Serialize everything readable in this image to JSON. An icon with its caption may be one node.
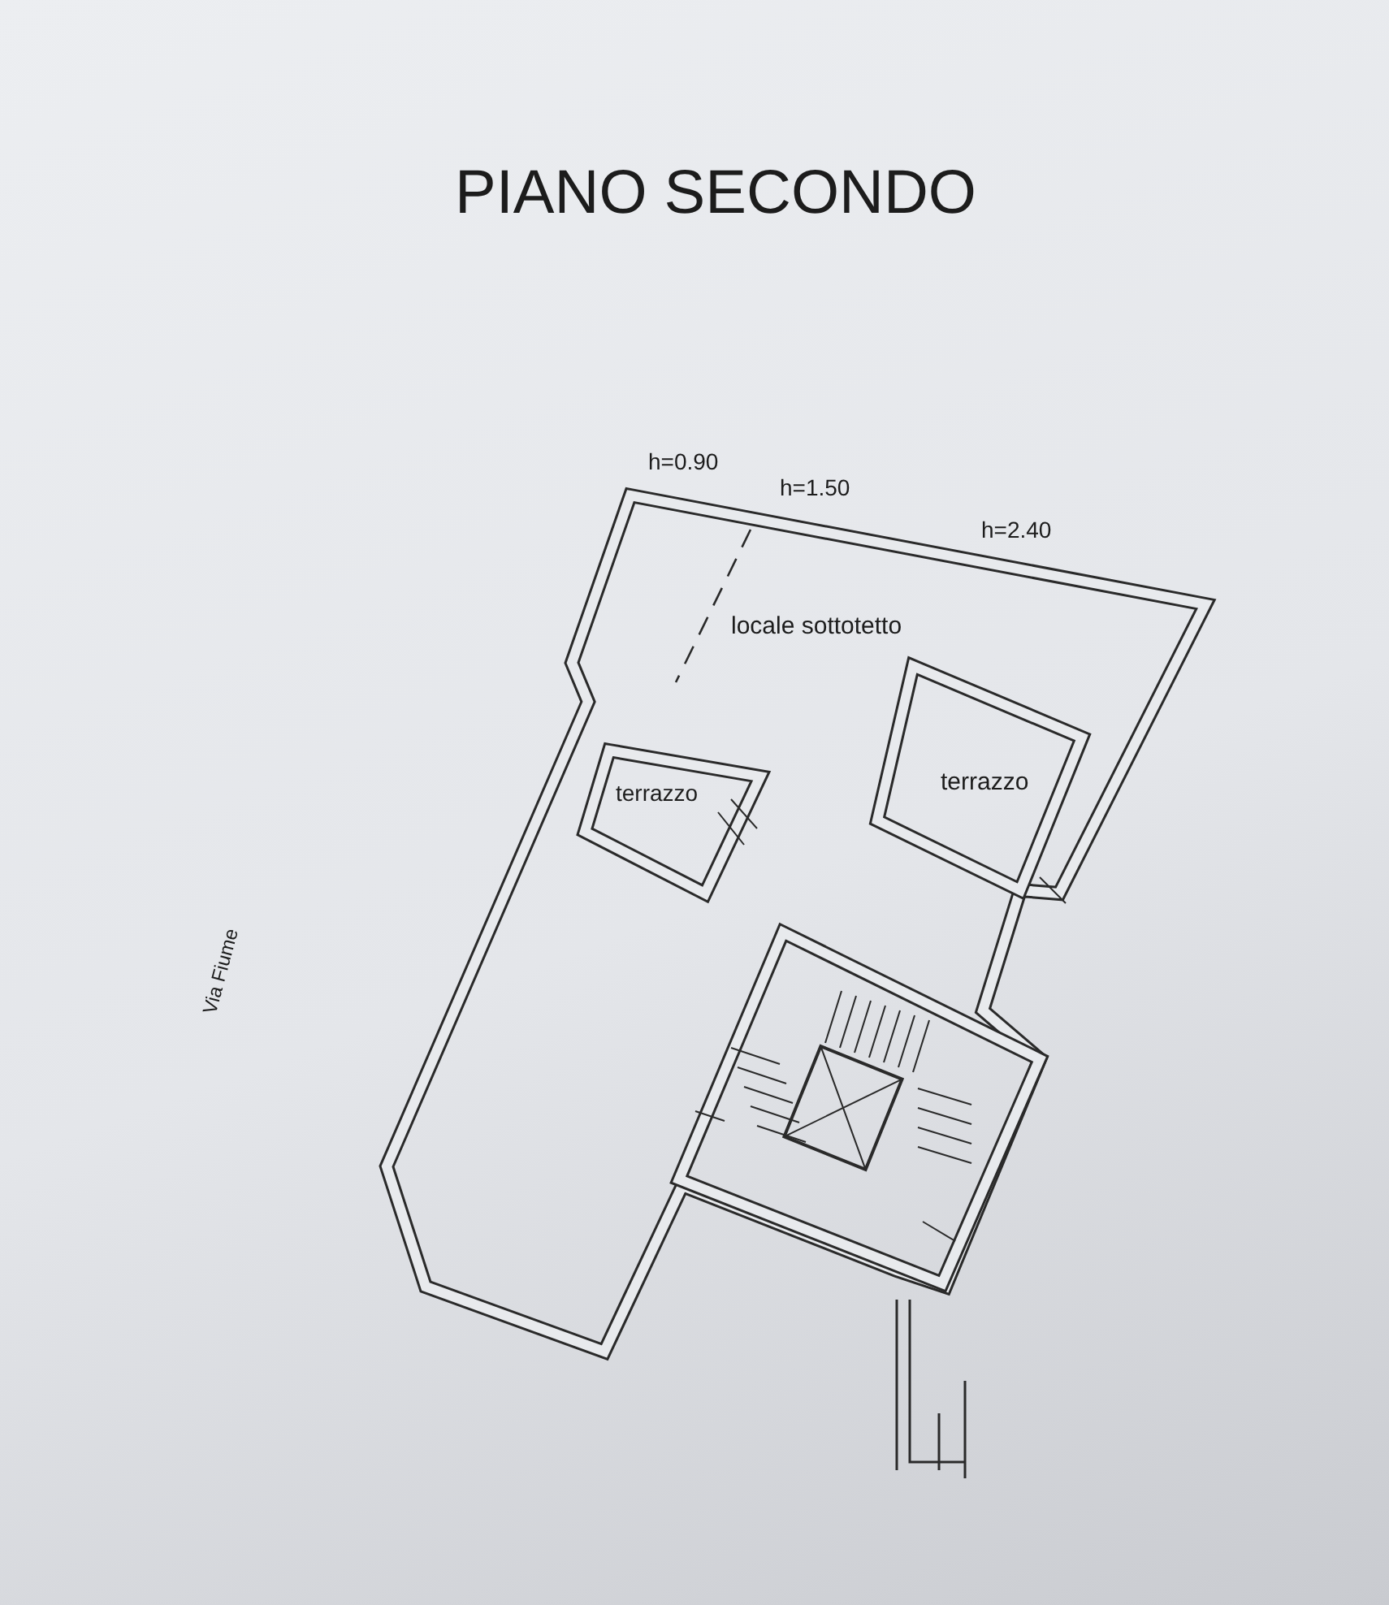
{
  "diagram": {
    "title": "PIANO SECONDO",
    "labels": [
      "h=0.90",
      "h=1.50",
      "h=2.40",
      "locale sottotetto",
      "terrazzo",
      "terrazzo",
      "Via Fiume"
    ]
  }
}
